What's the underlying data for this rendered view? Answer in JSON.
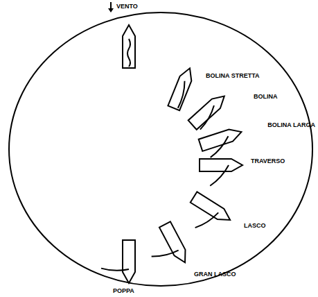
{
  "diagram": {
    "labels": [
      "VENTO",
      "BOLINA STRETTA",
      "BOLINA",
      "BOLINA LARGA",
      "TRAVERSO",
      "LASCO",
      "GRAN LASCO",
      "POPPA"
    ]
  }
}
